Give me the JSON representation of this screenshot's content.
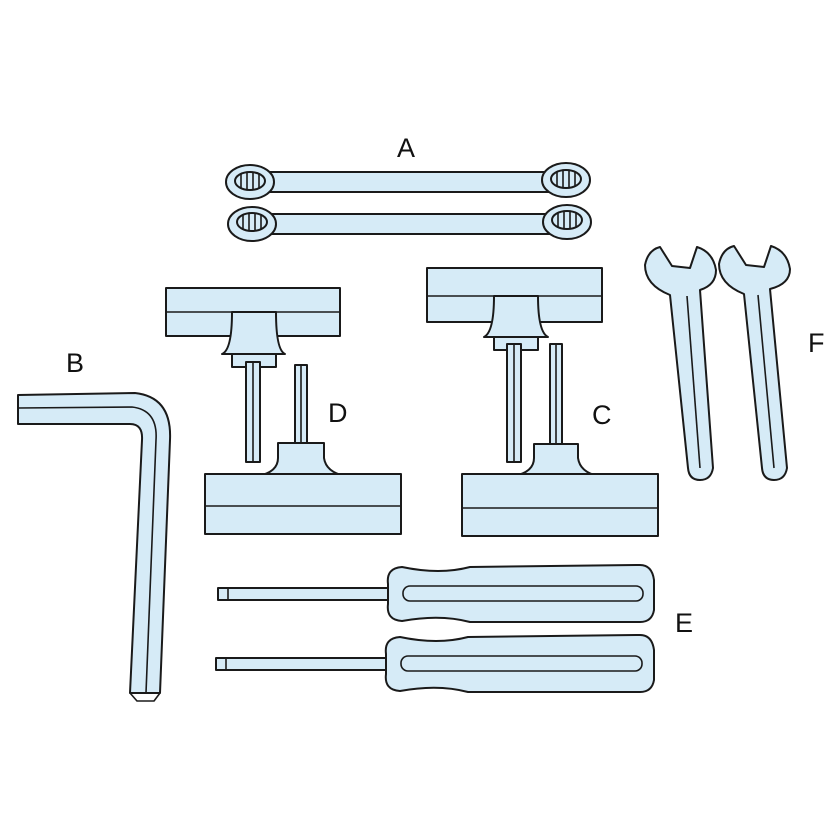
{
  "labels": {
    "a": "A",
    "b": "B",
    "c": "C",
    "d": "D",
    "e": "E",
    "f": "F"
  },
  "colors": {
    "fill": "#d6ebf7",
    "stroke": "#1a1a1a"
  }
}
